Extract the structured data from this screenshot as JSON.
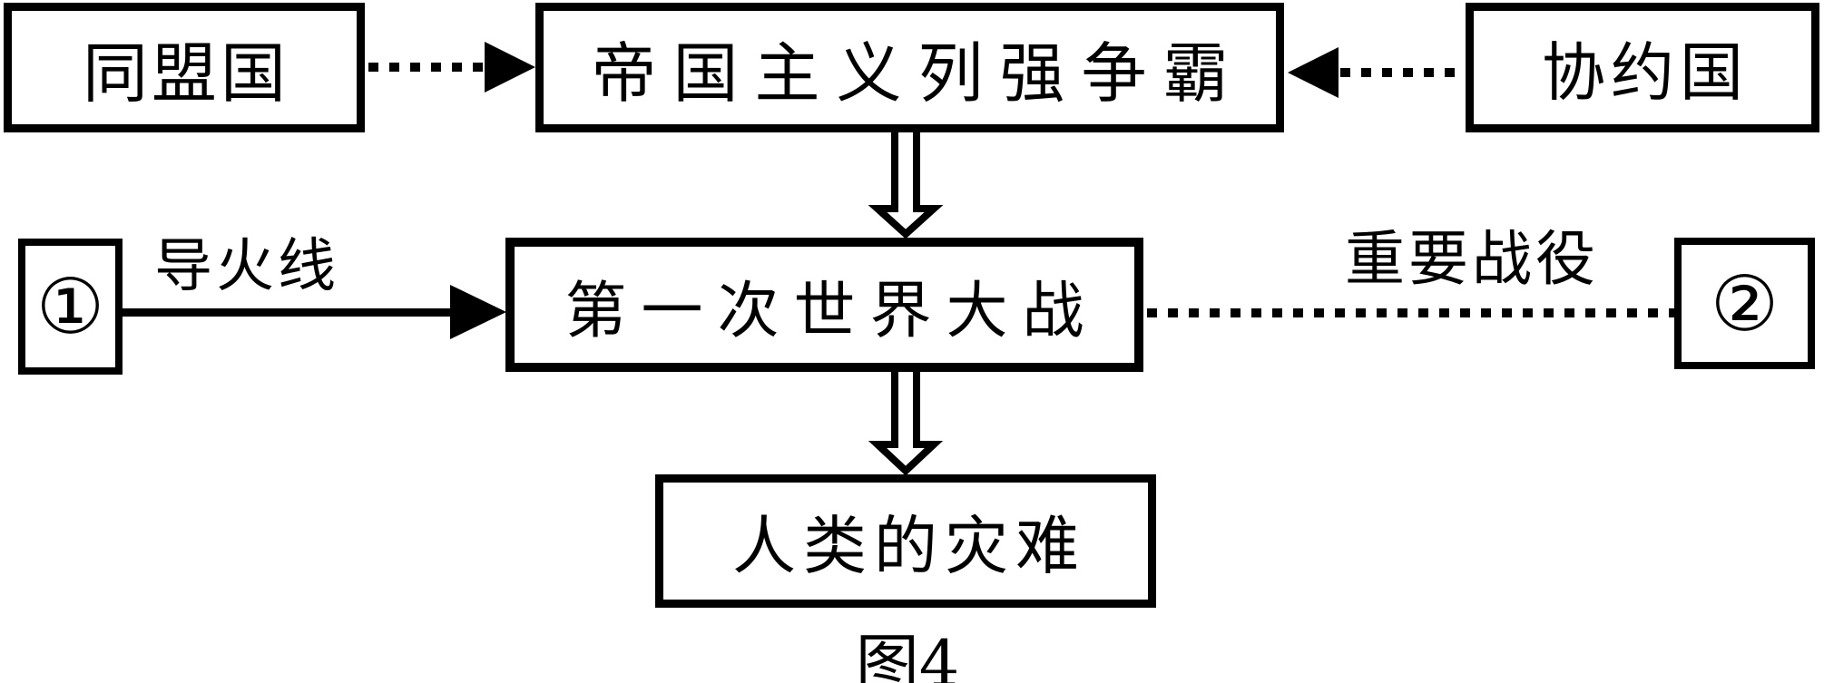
{
  "figure": {
    "caption": "图4",
    "background_color": "#ffffff",
    "line_color": "#000000"
  },
  "nodes": {
    "central_powers": {
      "label": "同盟国"
    },
    "imperialism": {
      "label": "帝国主义列强争霸"
    },
    "entente": {
      "label": "协约国"
    },
    "marker1": {
      "label": "①"
    },
    "ww1": {
      "label": "第一次世界大战"
    },
    "marker2": {
      "label": "②"
    },
    "disaster": {
      "label": "人类的灾难"
    }
  },
  "edge_labels": {
    "fuse": "导火线",
    "battles": "重要战役"
  }
}
